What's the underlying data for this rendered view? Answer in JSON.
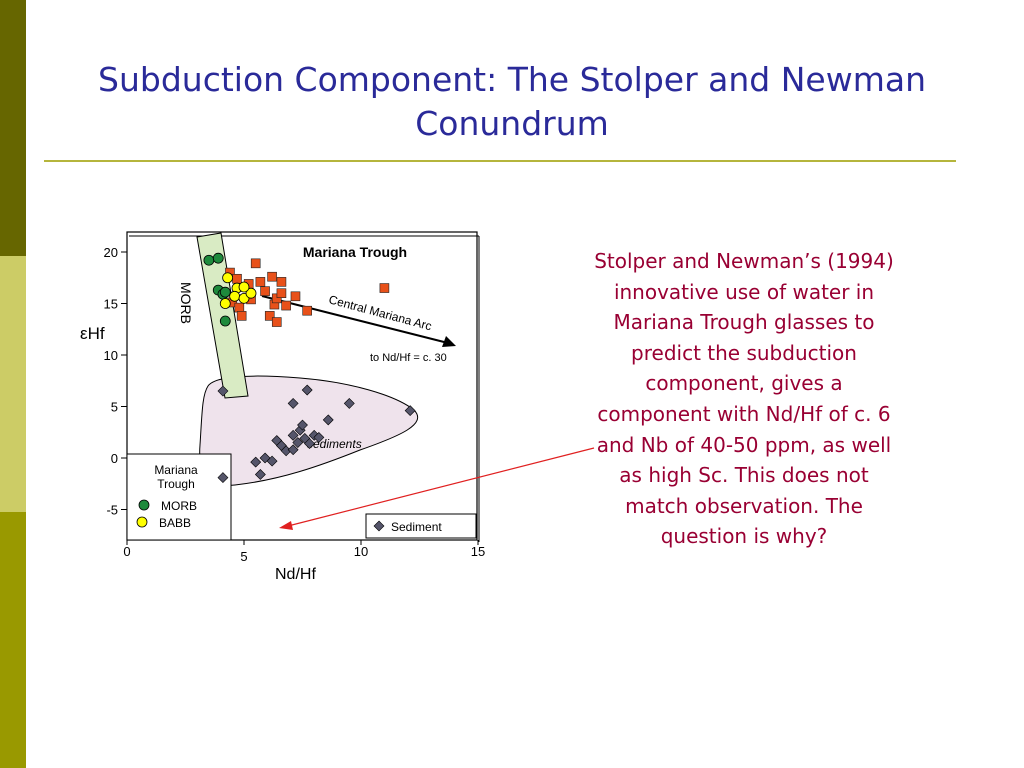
{
  "slide": {
    "title": "Subduction Component: The Stolper and Newman Conundrum",
    "body": "Stolper and Newman’s (1994) innovative use of water in Mariana Trough glasses to predict the subduction component, gives a component with Nd/Hf of c. 6 and Nb of 40-50 ppm, as well as high Sc. This does not match observation. The question is why?"
  },
  "colors": {
    "left_bar_dark": "#666600",
    "left_bar_light": "#cccc66",
    "left_bar_mid": "#999900",
    "title": "#2a2a99",
    "rule": "#b5b53c",
    "body_text": "#990033",
    "morb": "#1e8a3c",
    "babb": "#ffff00",
    "arc": "#e8511a",
    "sediment": "#55556a",
    "morb_field": "#d9ebc4",
    "sediment_field": "#efe3ec",
    "pointer_arrow": "#e02020"
  },
  "chart_data": {
    "type": "scatter",
    "title": "Mariana Trough",
    "xlabel": "Nd/Hf",
    "ylabel": "εHf",
    "xlim": [
      0,
      15
    ],
    "ylim": [
      -8,
      21
    ],
    "x_ticks": [
      "0",
      "5",
      "10",
      "15"
    ],
    "y_ticks": [
      "20",
      "15",
      "10",
      "5",
      "0",
      "-5"
    ],
    "grid": false,
    "series": [
      {
        "name": "MORB",
        "marker": "circle",
        "color": "#1e8a3c",
        "points": [
          [
            3.5,
            19.2
          ],
          [
            3.9,
            19.4
          ],
          [
            3.9,
            16.3
          ],
          [
            4.1,
            15.9
          ],
          [
            4.2,
            16.1
          ],
          [
            4.2,
            13.3
          ]
        ]
      },
      {
        "name": "BABB",
        "marker": "circle",
        "color": "#ffff00",
        "points": [
          [
            4.3,
            17.5
          ],
          [
            4.7,
            16.5
          ],
          [
            4.6,
            15.7
          ],
          [
            4.2,
            15.0
          ],
          [
            5.0,
            15.5
          ],
          [
            5.3,
            16.0
          ],
          [
            5.0,
            16.6
          ]
        ]
      },
      {
        "name": "Central Mariana Arc",
        "marker": "square",
        "color": "#e8511a",
        "points": [
          [
            4.4,
            18.0
          ],
          [
            4.7,
            17.4
          ],
          [
            4.5,
            15.1
          ],
          [
            4.8,
            14.6
          ],
          [
            4.9,
            13.8
          ],
          [
            5.2,
            16.9
          ],
          [
            5.3,
            15.4
          ],
          [
            5.7,
            17.1
          ],
          [
            5.5,
            18.9
          ],
          [
            5.9,
            16.2
          ],
          [
            6.1,
            13.8
          ],
          [
            6.3,
            14.9
          ],
          [
            6.4,
            15.5
          ],
          [
            6.6,
            16.0
          ],
          [
            6.2,
            17.6
          ],
          [
            6.6,
            17.1
          ],
          [
            6.4,
            13.2
          ],
          [
            6.8,
            14.8
          ],
          [
            7.2,
            15.7
          ],
          [
            7.7,
            14.3
          ],
          [
            11.0,
            16.5
          ]
        ]
      },
      {
        "name": "Sediment",
        "marker": "diamond",
        "color": "#55556a",
        "points": [
          [
            4.1,
            6.5
          ],
          [
            7.1,
            5.3
          ],
          [
            7.7,
            6.6
          ],
          [
            8.6,
            3.7
          ],
          [
            9.5,
            5.3
          ],
          [
            12.1,
            4.6
          ],
          [
            4.1,
            -1.9
          ],
          [
            5.5,
            -0.4
          ],
          [
            5.9,
            0.0
          ],
          [
            5.7,
            -1.6
          ],
          [
            6.2,
            -0.3
          ],
          [
            6.4,
            1.7
          ],
          [
            6.6,
            1.2
          ],
          [
            6.8,
            0.7
          ],
          [
            7.1,
            0.8
          ],
          [
            7.1,
            2.2
          ],
          [
            7.4,
            2.7
          ],
          [
            7.5,
            3.2
          ],
          [
            7.6,
            1.9
          ],
          [
            7.8,
            1.4
          ],
          [
            8.0,
            2.2
          ],
          [
            8.2,
            2.0
          ],
          [
            7.3,
            1.5
          ]
        ]
      }
    ],
    "annotations": {
      "morb_field_label": "MORB",
      "arc_label": "Central Mariana Arc",
      "arc_arrow_label": "to Nd/Hf = c. 30",
      "sediments_label": "sediments",
      "inset_title": "Mariana Trough",
      "legend_morb": "MORB",
      "legend_babb": "BABB",
      "legend_sediment": "Sediment"
    }
  }
}
